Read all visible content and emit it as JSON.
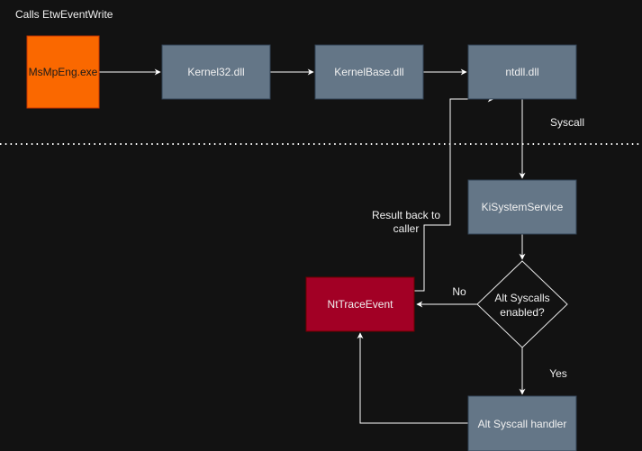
{
  "title": "Calls EtwEventWrite",
  "colors": {
    "background": "#121212",
    "edge": "#ffffff",
    "separator": "#ffffff",
    "gray_fill": "#647687",
    "gray_stroke": "#314354",
    "orange_fill": "#fa6800",
    "orange_stroke": "#c73500",
    "red_fill": "#a20025",
    "red_stroke": "#6f0000"
  },
  "nodes": {
    "msmpeng": {
      "label": "MsMpEng.exe",
      "text_color": "#1a1a1a"
    },
    "kernel32": {
      "label": "Kernel32.dll",
      "text_color": "#f0f0f0"
    },
    "kernelbase": {
      "label": "KernelBase.dll",
      "text_color": "#f0f0f0"
    },
    "ntdll": {
      "label": "ntdll.dll",
      "text_color": "#f0f0f0"
    },
    "kisystemservice": {
      "label": "KiSystemService",
      "text_color": "#f0f0f0"
    },
    "decision": {
      "label_line1": "Alt Syscalls",
      "label_line2": "enabled?",
      "text_color": "#f0f0f0"
    },
    "nttraceevent": {
      "label": "NtTraceEvent",
      "text_color": "#f0f0f0"
    },
    "altsyscallhandler": {
      "label": "Alt Syscall handler",
      "text_color": "#f0f0f0"
    }
  },
  "edge_labels": {
    "syscall": "Syscall",
    "result_line1": "Result back to",
    "result_line2": "caller",
    "no": "No",
    "yes": "Yes"
  }
}
